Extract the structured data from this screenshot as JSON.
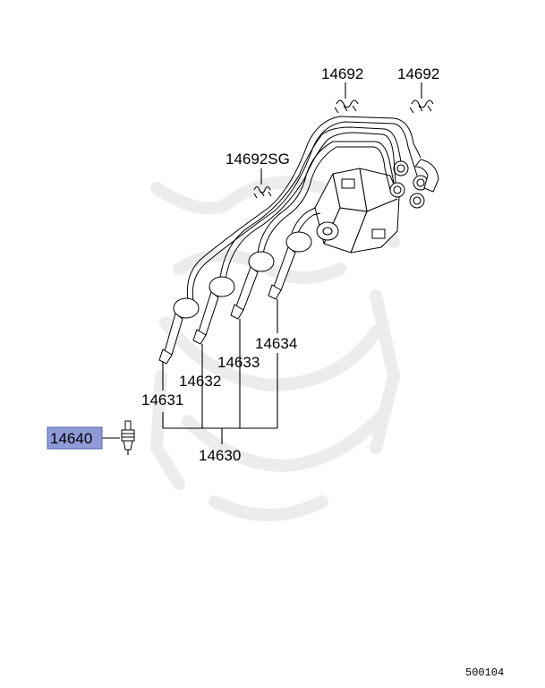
{
  "diagram": {
    "highlight_color": "#8f9bd8",
    "parts": [
      {
        "id": "spark-plug",
        "number": "14640",
        "highlighted": true
      },
      {
        "id": "cable-set",
        "number": "14630"
      },
      {
        "id": "cable-1",
        "number": "14631"
      },
      {
        "id": "cable-2",
        "number": "14632"
      },
      {
        "id": "cable-3",
        "number": "14633"
      },
      {
        "id": "cable-4",
        "number": "14634"
      },
      {
        "id": "clip-a",
        "number": "14692"
      },
      {
        "id": "clip-b",
        "number": "14692"
      },
      {
        "id": "clip-sg",
        "number": "14692SG"
      }
    ],
    "figure_code": "500104"
  }
}
